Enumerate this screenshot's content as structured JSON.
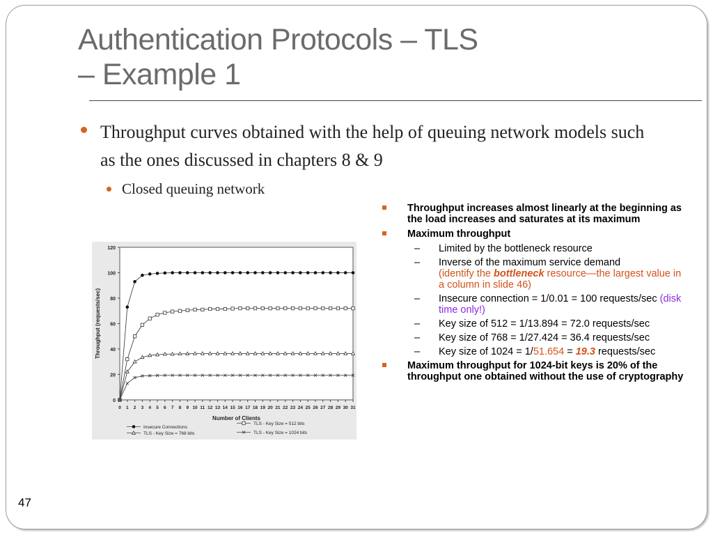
{
  "slide": {
    "title_line1": "Authentication Protocols – TLS",
    "title_line2": "– Example 1",
    "bullet1": "Throughput curves obtained with the help of queuing network models such as the ones discussed in chapters 8 & 9",
    "bullet1_sub": "Closed queuing network",
    "number": "47"
  },
  "notes": {
    "item1": "Throughput increases almost linearly at the beginning as the load increases and saturates at its maximum",
    "item2": "Maximum throughput",
    "sub1": "Limited by the bottleneck resource",
    "sub2_a": "Inverse of the maximum service demand",
    "sub2_b": "(identify the ",
    "sub2_c": "bottleneck",
    "sub2_d": " resource—the largest value in a column in slide 46)",
    "sub3_a": "Insecure connection = 1/0.01 = 100 requests/sec ",
    "sub3_b": "(disk time only!)",
    "sub4": "Key size of 512 = 1/13.894 = 72.0 requests/sec",
    "sub5": "Key size of 768 = 1/27.424 = 36.4 requests/sec",
    "sub6_a": "Key size of 1024 = 1/",
    "sub6_b": "51.654",
    "sub6_c": " = ",
    "sub6_d": "19.3",
    "sub6_e": " requests/sec",
    "item3": "Maximum throughput for 1024-bit keys is 20% of the throughput one obtained without the use of cryptography",
    "dash": "–",
    "accent_color": "#d2521c",
    "highlight_color": "#8a2be2"
  },
  "chart_data": {
    "type": "line",
    "title": "",
    "xlabel": "Number of Clients",
    "ylabel": "Throughput (requests/sec)",
    "xlim": [
      0,
      31
    ],
    "ylim": [
      0,
      120
    ],
    "y_ticks": [
      0,
      20,
      40,
      60,
      80,
      100,
      120
    ],
    "x_ticks": [
      0,
      1,
      2,
      3,
      4,
      5,
      6,
      7,
      8,
      9,
      10,
      11,
      12,
      13,
      14,
      15,
      16,
      17,
      18,
      19,
      20,
      21,
      22,
      23,
      24,
      25,
      26,
      27,
      28,
      29,
      30,
      31
    ],
    "x": [
      0,
      1,
      2,
      3,
      4,
      5,
      6,
      7,
      8,
      9,
      10,
      11,
      12,
      13,
      14,
      15,
      16,
      17,
      18,
      19,
      20,
      21,
      22,
      23,
      24,
      25,
      26,
      27,
      28,
      29,
      30,
      31
    ],
    "series": [
      {
        "name": "Insecure Connections",
        "marker": "dot",
        "values": [
          0,
          73,
          93,
          98,
          99,
          99.5,
          99.8,
          100,
          100,
          100,
          100,
          100,
          100,
          100,
          100,
          100,
          100,
          100,
          100,
          100,
          100,
          100,
          100,
          100,
          100,
          100,
          100,
          100,
          100,
          100,
          100,
          100
        ]
      },
      {
        "name": "TLS - Key Size = 512 bits",
        "marker": "square",
        "values": [
          0,
          32,
          50,
          59,
          64,
          67,
          68.5,
          69.5,
          70,
          70.5,
          71,
          71,
          71.5,
          71.5,
          71.5,
          71.8,
          72,
          72,
          72,
          72,
          72,
          72,
          72,
          72,
          72,
          72,
          72,
          72,
          72,
          72,
          72,
          72
        ]
      },
      {
        "name": "TLS - Key Size = 768 bits",
        "marker": "triangle",
        "values": [
          0,
          22,
          30,
          33.5,
          35,
          35.5,
          36,
          36,
          36.2,
          36.3,
          36.4,
          36.4,
          36.4,
          36.4,
          36.4,
          36.4,
          36.4,
          36.4,
          36.4,
          36.4,
          36.4,
          36.4,
          36.4,
          36.4,
          36.4,
          36.4,
          36.4,
          36.4,
          36.4,
          36.4,
          36.4,
          36.4
        ]
      },
      {
        "name": "TLS - Key Size = 1024 bits",
        "marker": "x",
        "values": [
          0,
          13,
          17.5,
          18.8,
          19,
          19.2,
          19.3,
          19.3,
          19.3,
          19.3,
          19.3,
          19.3,
          19.3,
          19.3,
          19.3,
          19.3,
          19.3,
          19.3,
          19.3,
          19.3,
          19.3,
          19.3,
          19.3,
          19.3,
          19.3,
          19.3,
          19.3,
          19.3,
          19.3,
          19.3,
          19.3,
          19.3
        ]
      }
    ],
    "grid": false,
    "legend_placement": "bottom"
  }
}
